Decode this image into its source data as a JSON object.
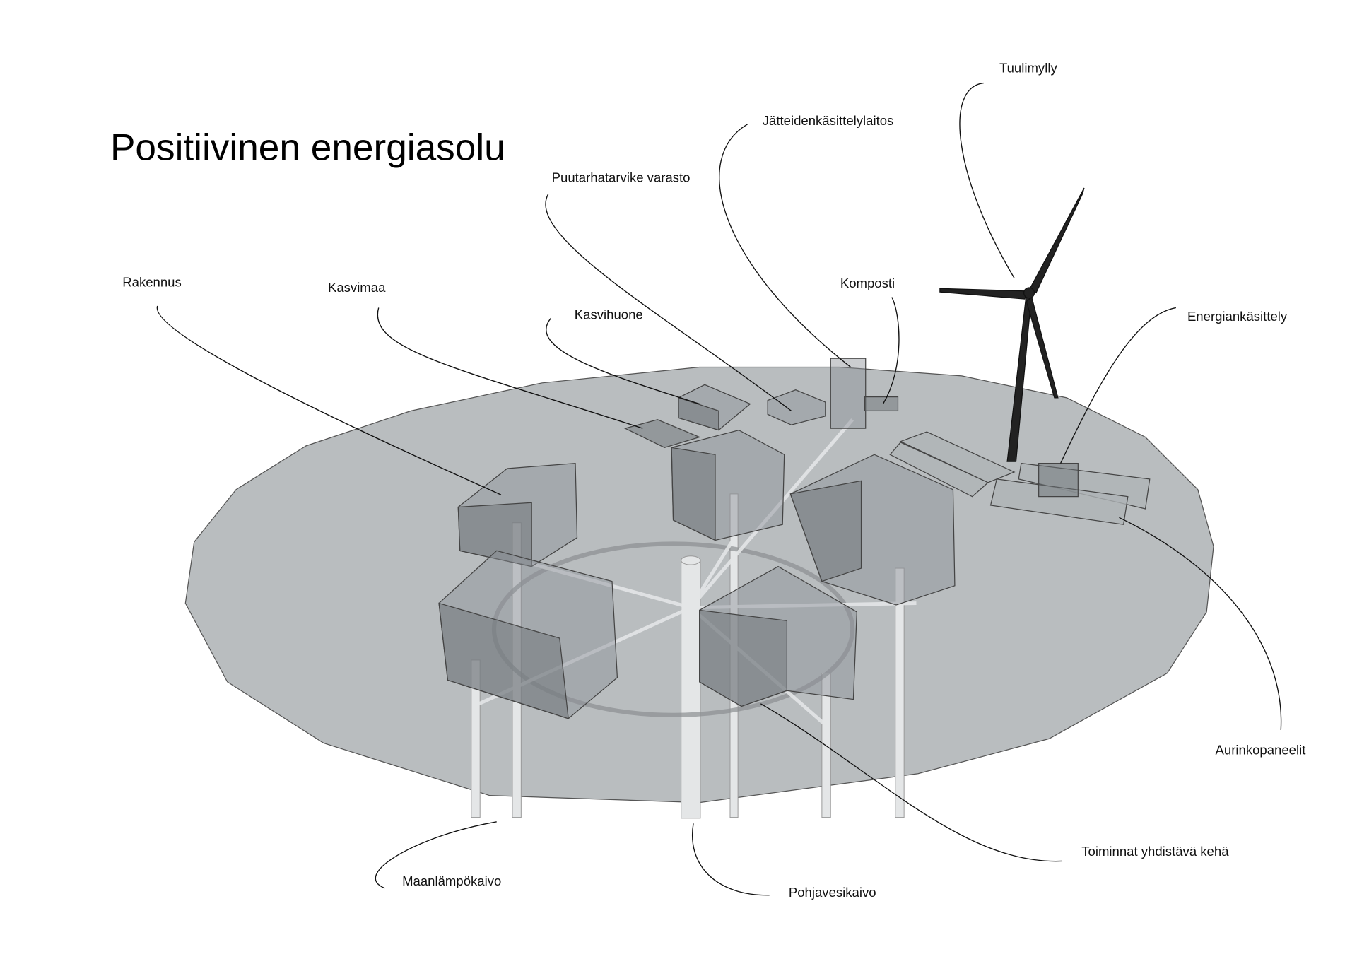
{
  "title": "Positiivinen energiasolu",
  "labels": {
    "wind_turbine": "Tuulimylly",
    "waste_plant": "Jätteidenkäsittelylaitos",
    "garden_storage": "Puutarhatarvike varasto",
    "building": "Rakennus",
    "garden_plot": "Kasvimaa",
    "greenhouse": "Kasvihuone",
    "compost": "Komposti",
    "energy_processing": "Energiankäsittely",
    "solar_panels": "Aurinkopaneelit",
    "connecting_ring": "Toiminnat yhdistävä kehä",
    "geothermal_well": "Maanlämpökaivo",
    "groundwater_well": "Pohjavesikaivo"
  },
  "colors": {
    "disk": "#b9bdbf",
    "outline": "#444444"
  }
}
